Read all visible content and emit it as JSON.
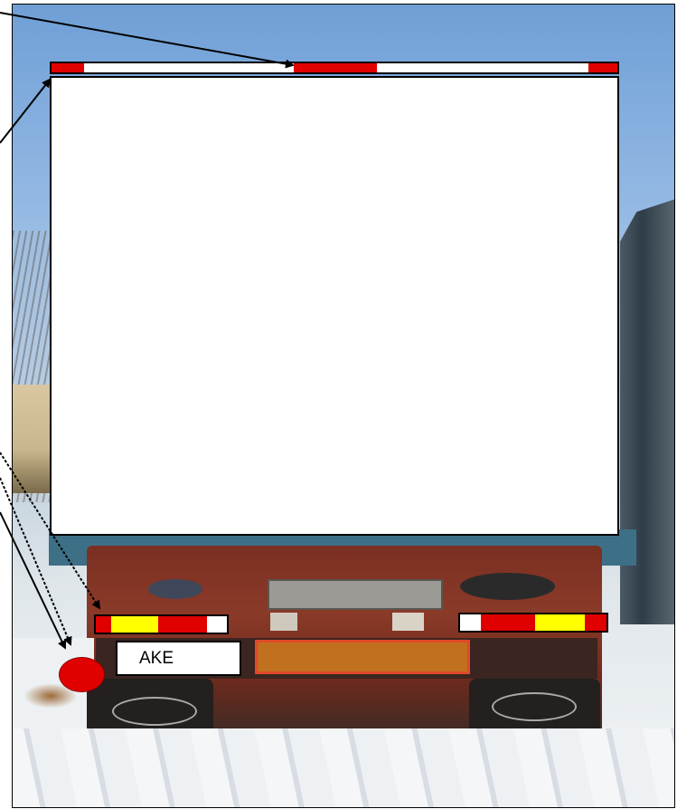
{
  "plate": {
    "text": "AKE"
  },
  "colors": {
    "reflector_red": "#e00000",
    "reflector_white": "#ffffff",
    "reflector_yellow": "#ffff00",
    "outline": "#000000"
  },
  "top_marker": {
    "segments": [
      "red",
      "white",
      "red",
      "white",
      "red"
    ]
  },
  "left_lightbar": {
    "segments": [
      "red",
      "yellow",
      "red",
      "white"
    ]
  },
  "right_lightbar": {
    "segments": [
      "white",
      "red",
      "yellow",
      "red"
    ]
  },
  "icons": {
    "arrow": "arrow-pointer-icon",
    "marker_lamp": "red-round-lamp-icon"
  }
}
